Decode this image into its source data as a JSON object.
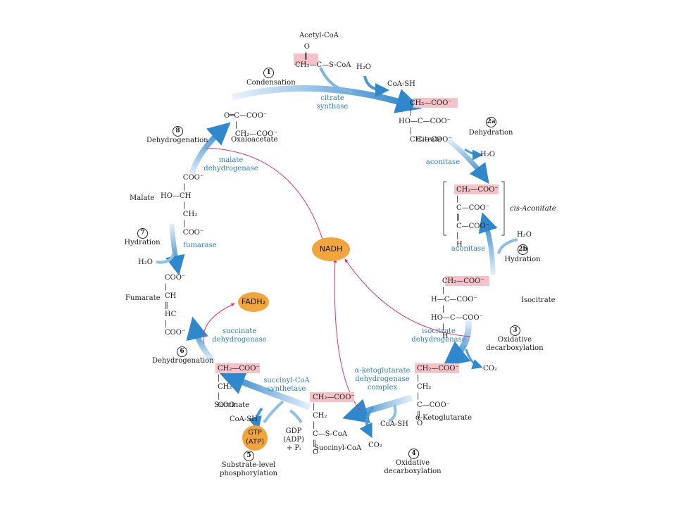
{
  "molecules": {
    "acetyl_coa": {
      "name": "Acetyl-CoA",
      "structure": "    O\n    ‖\nCH₃—C—S-CoA"
    },
    "citrate": {
      "name": "Citrate",
      "structure": "     CH₂—COO⁻\n     |\nHO—C—COO⁻\n     |\n     CH₂—COO⁻"
    },
    "cis_aconitate": {
      "name": "cis-Aconitate",
      "structure": "CH₂—COO⁻\n|\nC—COO⁻\n‖\nC—COO⁻\n|\nH"
    },
    "isocitrate": {
      "name": "Isocitrate",
      "structure": "     CH₂—COO⁻\n     |\nH—C—COO⁻\n     |\nHO—C—COO⁻\n     |\n     H"
    },
    "alpha_ketoglutarate": {
      "name": "α-Ketoglutarate",
      "structure": "CH₂—COO⁻\n|\nCH₂\n|\nC—COO⁻\n‖\nO"
    },
    "succinyl_coa": {
      "name": "Succinyl-CoA",
      "structure": "CH₂—COO⁻\n|\nCH₂\n|\nC—S-CoA\n‖\nO"
    },
    "succinate": {
      "name": "Succinate",
      "structure": "CH₂—COO⁻\n|\nCH₂\n|\nCOO⁻"
    },
    "fumarate": {
      "name": "Fumarate",
      "structure": "     COO⁻\n     |\n     CH\n     ‖\n     HC\n     |\n     COO⁻"
    },
    "malate": {
      "name": "Malate",
      "structure": "          COO⁻\n          |\nHO—CH\n          |\n          CH₂\n          |\n          COO⁻"
    },
    "oxaloacetate": {
      "name": "Oxaloacetate",
      "structure": "O═C—COO⁻\n     |\n     CH₂—COO⁻"
    }
  },
  "steps": [
    {
      "num": "1",
      "label": "Condensation"
    },
    {
      "num": "2a",
      "label": "Dehydration"
    },
    {
      "num": "2b",
      "label": "Hydration"
    },
    {
      "num": "3",
      "label": "Oxidative\ndecarboxylation"
    },
    {
      "num": "4",
      "label": "Oxidative\ndecarboxylation"
    },
    {
      "num": "5",
      "label": "Substrate-level\nphosphorylation"
    },
    {
      "num": "6",
      "label": "Dehydrogenation"
    },
    {
      "num": "7",
      "label": "Hydration"
    },
    {
      "num": "8",
      "label": "Dehydrogenation"
    }
  ],
  "enzymes": {
    "citrate_synthase": "citrate\nsynthase",
    "aconitase_1": "aconitase",
    "aconitase_2": "aconitase",
    "isocitrate_dehydrogenase": "isocitrate\ndehydrogenase",
    "akg_dehydrogenase": "α-ketoglutarate\ndehydrogenase\ncomplex",
    "succinyl_coa_synthetase": "succinyl-CoA\nsynthetase",
    "succinate_dehydrogenase": "succinate\ndehydrogenase",
    "fumarase": "fumarase",
    "malate_dehydrogenase": "malate\ndehydrogenase"
  },
  "cofactors": {
    "h2o_1": "H₂O",
    "coash_1": "CoA-SH",
    "h2o_2a": "H₂O",
    "h2o_2b": "H₂O",
    "co2_3": "CO₂",
    "coash_4": "CoA-SH",
    "co2_4": "CO₂",
    "coash_5": "CoA-SH",
    "gdp_5": "GDP\n(ADP)\n+ Pᵢ",
    "h2o_7": "H₂O"
  },
  "ovals": {
    "nadh": "NADH",
    "fadh2": "FADH₂",
    "gtp": "GTP\n(ATP)"
  },
  "colors": {
    "arrow": "#3a8fd0",
    "arrow_light": "#cfe3f4",
    "enzyme_text": "#2b7fc1",
    "nadh_line": "#e2336b",
    "highlight": "#f5c2c7",
    "oval": "#f1a53a"
  }
}
